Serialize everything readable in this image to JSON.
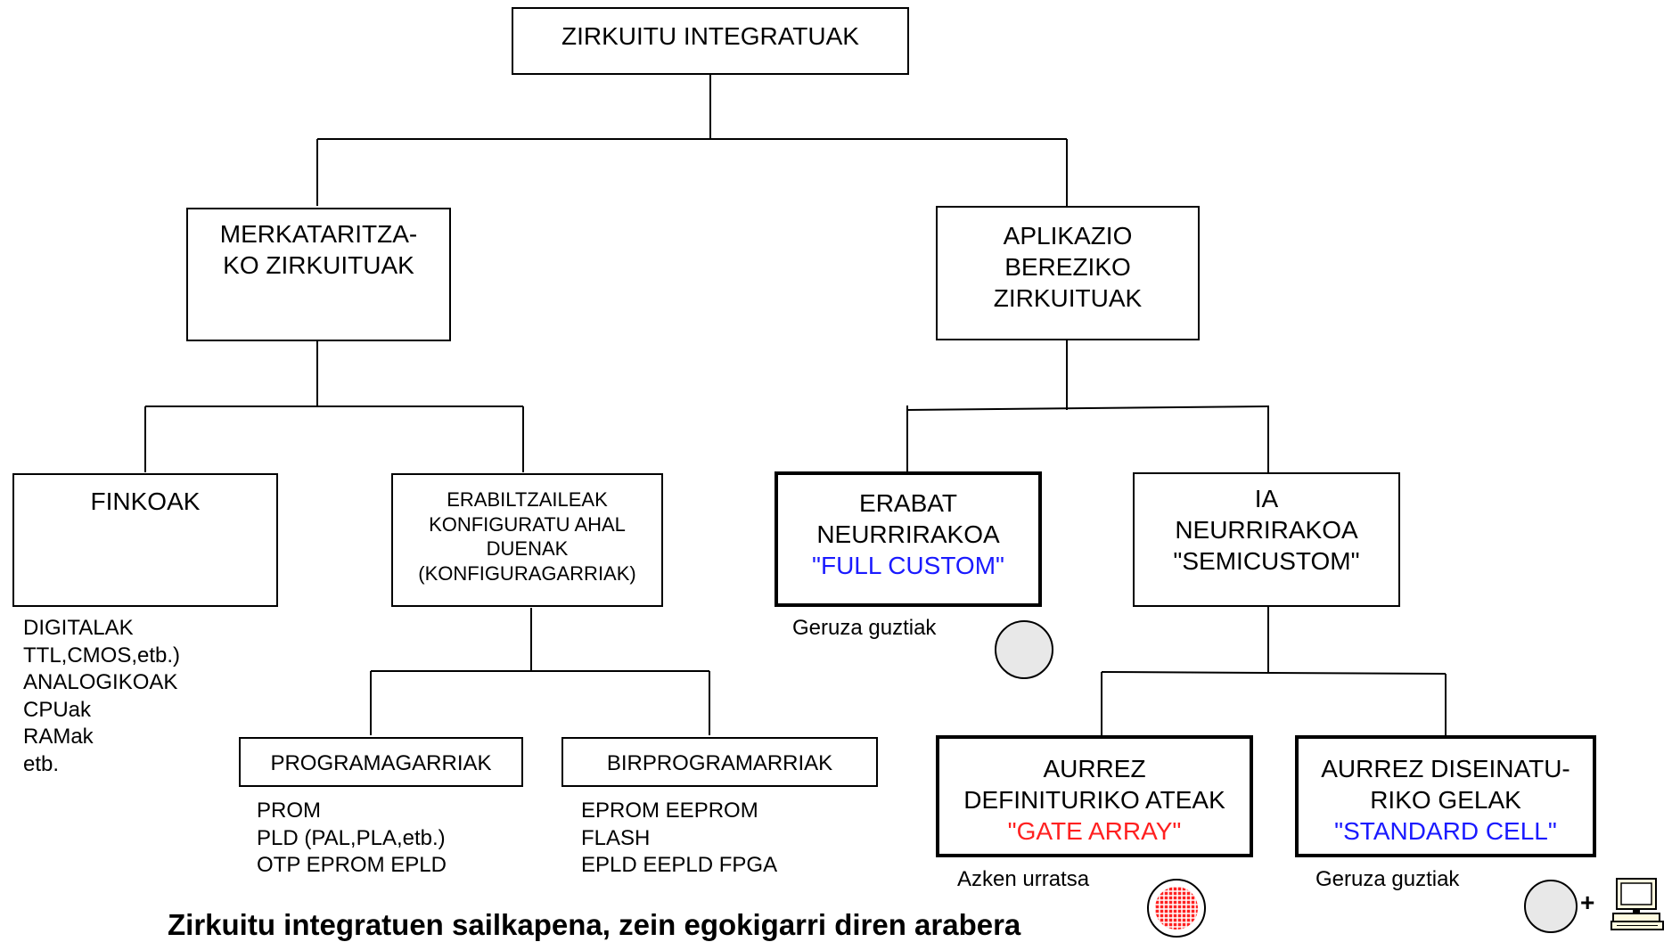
{
  "root": {
    "lines": [
      "ZIRKUITU INTEGRATUAK"
    ]
  },
  "commercial": {
    "lines": [
      "MERKATARITZA-",
      "KO ZIRKUITUAK"
    ]
  },
  "asic": {
    "lines": [
      "APLIKAZIO",
      "BEREZIKO",
      "ZIRKUITUAK"
    ]
  },
  "fixed": {
    "title": "FINKOAK",
    "examples": [
      "DIGITALAK",
      "TTL,CMOS,etb.)",
      "ANALOGIKOAK",
      "CPUak",
      "RAMak",
      "etb."
    ]
  },
  "configurable": {
    "lines": [
      "ERABILTZAILEAK",
      "KONFIGURATU AHAL",
      "DUENAK",
      "(KONFIGURAGARRIAK)"
    ]
  },
  "programmable": {
    "title": "PROGRAMAGARRIAK",
    "examples": [
      "PROM",
      "PLD (PAL,PLA,etb.)",
      "OTP EPROM EPLD"
    ]
  },
  "reprogrammable": {
    "title": "BIRPROGRAMARRIAK",
    "examples": [
      "EPROM  EEPROM",
      "FLASH",
      "EPLD   EEPLD  FPGA"
    ]
  },
  "full_custom": {
    "lines": [
      "ERABAT",
      "NEURRIRAKOA"
    ],
    "tag": "\"FULL CUSTOM\"",
    "note": "Geruza guztiak",
    "icon": "wafer-circle-icon"
  },
  "semicustom": {
    "lines": [
      "IA",
      "NEURRIRAKOA",
      "\"SEMICUSTOM\""
    ]
  },
  "gate_array": {
    "lines": [
      "AURREZ",
      "DEFINITURIKO ATEAK"
    ],
    "tag": "\"GATE ARRAY\"",
    "note": "Azken urratsa",
    "icon": "gate-array-wafer-icon"
  },
  "standard_cell": {
    "lines": [
      "AURREZ DISEINATU-",
      "RIKO GELAK"
    ],
    "tag": "\"STANDARD CELL\"",
    "note": "Geruza guztiak",
    "plus": "+",
    "icons": [
      "wafer-circle-icon",
      "computer-icon"
    ]
  },
  "caption": "Zirkuitu integratuen sailkapena, zein egokigarri diren arabera",
  "colors": {
    "blue_tag": "#1a1aff",
    "red_tag": "#ff2020",
    "red_grid": "#ff2020",
    "icon_fill": "#e8e8e8",
    "line": "#000000"
  }
}
